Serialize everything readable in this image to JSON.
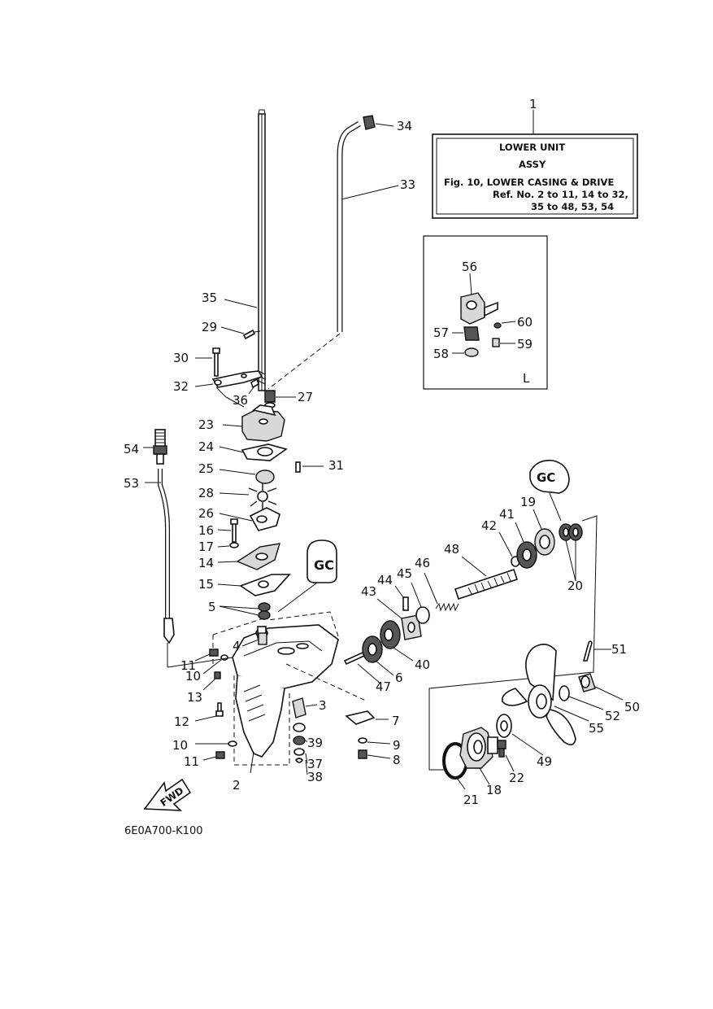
{
  "title_box": {
    "ref_number": "1",
    "line1": "LOWER UNIT",
    "line2": "ASSY",
    "line3": "Fig. 10, LOWER CASING & DRIVE",
    "line4": "Ref. No. 2 to 11, 14 to 32,",
    "line5": "35 to 48, 53, 54"
  },
  "inset_box": {
    "label": "L"
  },
  "fwd_label": "FWD",
  "gc_label": "GC",
  "drawing_code": "6E0A700-K100",
  "callouts": {
    "c2": "2",
    "c3": "3",
    "c4": "4",
    "c5": "5",
    "c6": "6",
    "c7": "7",
    "c8": "8",
    "c9": "9",
    "c10a": "10",
    "c10b": "10",
    "c11a": "11",
    "c11b": "11",
    "c12": "12",
    "c13": "13",
    "c14": "14",
    "c15": "15",
    "c16": "16",
    "c17": "17",
    "c18": "18",
    "c19": "19",
    "c20": "20",
    "c21": "21",
    "c22": "22",
    "c23": "23",
    "c24": "24",
    "c25": "25",
    "c26": "26",
    "c27": "27",
    "c28": "28",
    "c29": "29",
    "c30": "30",
    "c31": "31",
    "c32": "32",
    "c33": "33",
    "c34": "34",
    "c35": "35",
    "c36": "36",
    "c37": "37",
    "c38": "38",
    "c39": "39",
    "c40": "40",
    "c41": "41",
    "c42": "42",
    "c43": "43",
    "c44": "44",
    "c45": "45",
    "c46": "46",
    "c47": "47",
    "c48": "48",
    "c49": "49",
    "c50": "50",
    "c51": "51",
    "c52": "52",
    "c53": "53",
    "c54": "54",
    "c55": "55",
    "c56": "56",
    "c57": "57",
    "c58": "58",
    "c59": "59",
    "c60": "60"
  }
}
